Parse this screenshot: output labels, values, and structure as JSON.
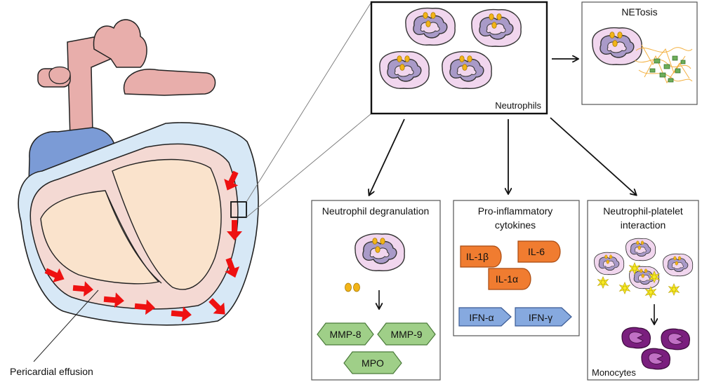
{
  "labels": {
    "pericardial_effusion": "Pericardial effusion",
    "neutrophils": "Neutrophils",
    "netosis": "NETosis",
    "monocytes": "Monocytes"
  },
  "panels": {
    "degranulation": {
      "title": "Neutrophil degranulation",
      "mmp8": "MMP-8",
      "mmp9": "MMP-9",
      "mpo": "MPO"
    },
    "cytokines": {
      "title_line1": "Pro-inflammatory",
      "title_line2": "cytokines",
      "il1b": "IL-1β",
      "il6": "IL-6",
      "il1a": "IL-1α",
      "ifna": "IFN-α",
      "ifng": "IFN-γ"
    },
    "platelet": {
      "title_line1": "Neutrophil-platelet",
      "title_line2": "interaction"
    }
  },
  "colors": {
    "neutrophil_cytoplasm": "#f1d6ee",
    "neutrophil_nucleus": "#a99ac8",
    "granule": "#f2b418",
    "arrow_red": "#ee1111",
    "interleukin_orange": "#f07c30",
    "interferon_blue": "#86a9df",
    "mmp_green": "#9fcf88",
    "platelet_yellow": "#f7ea24",
    "monocyte_purple": "#7a1f7e",
    "effusion_blue": "#d7e8f6",
    "heart_pink": "#e8aeab",
    "heart_blue": "#7b9bd6"
  }
}
